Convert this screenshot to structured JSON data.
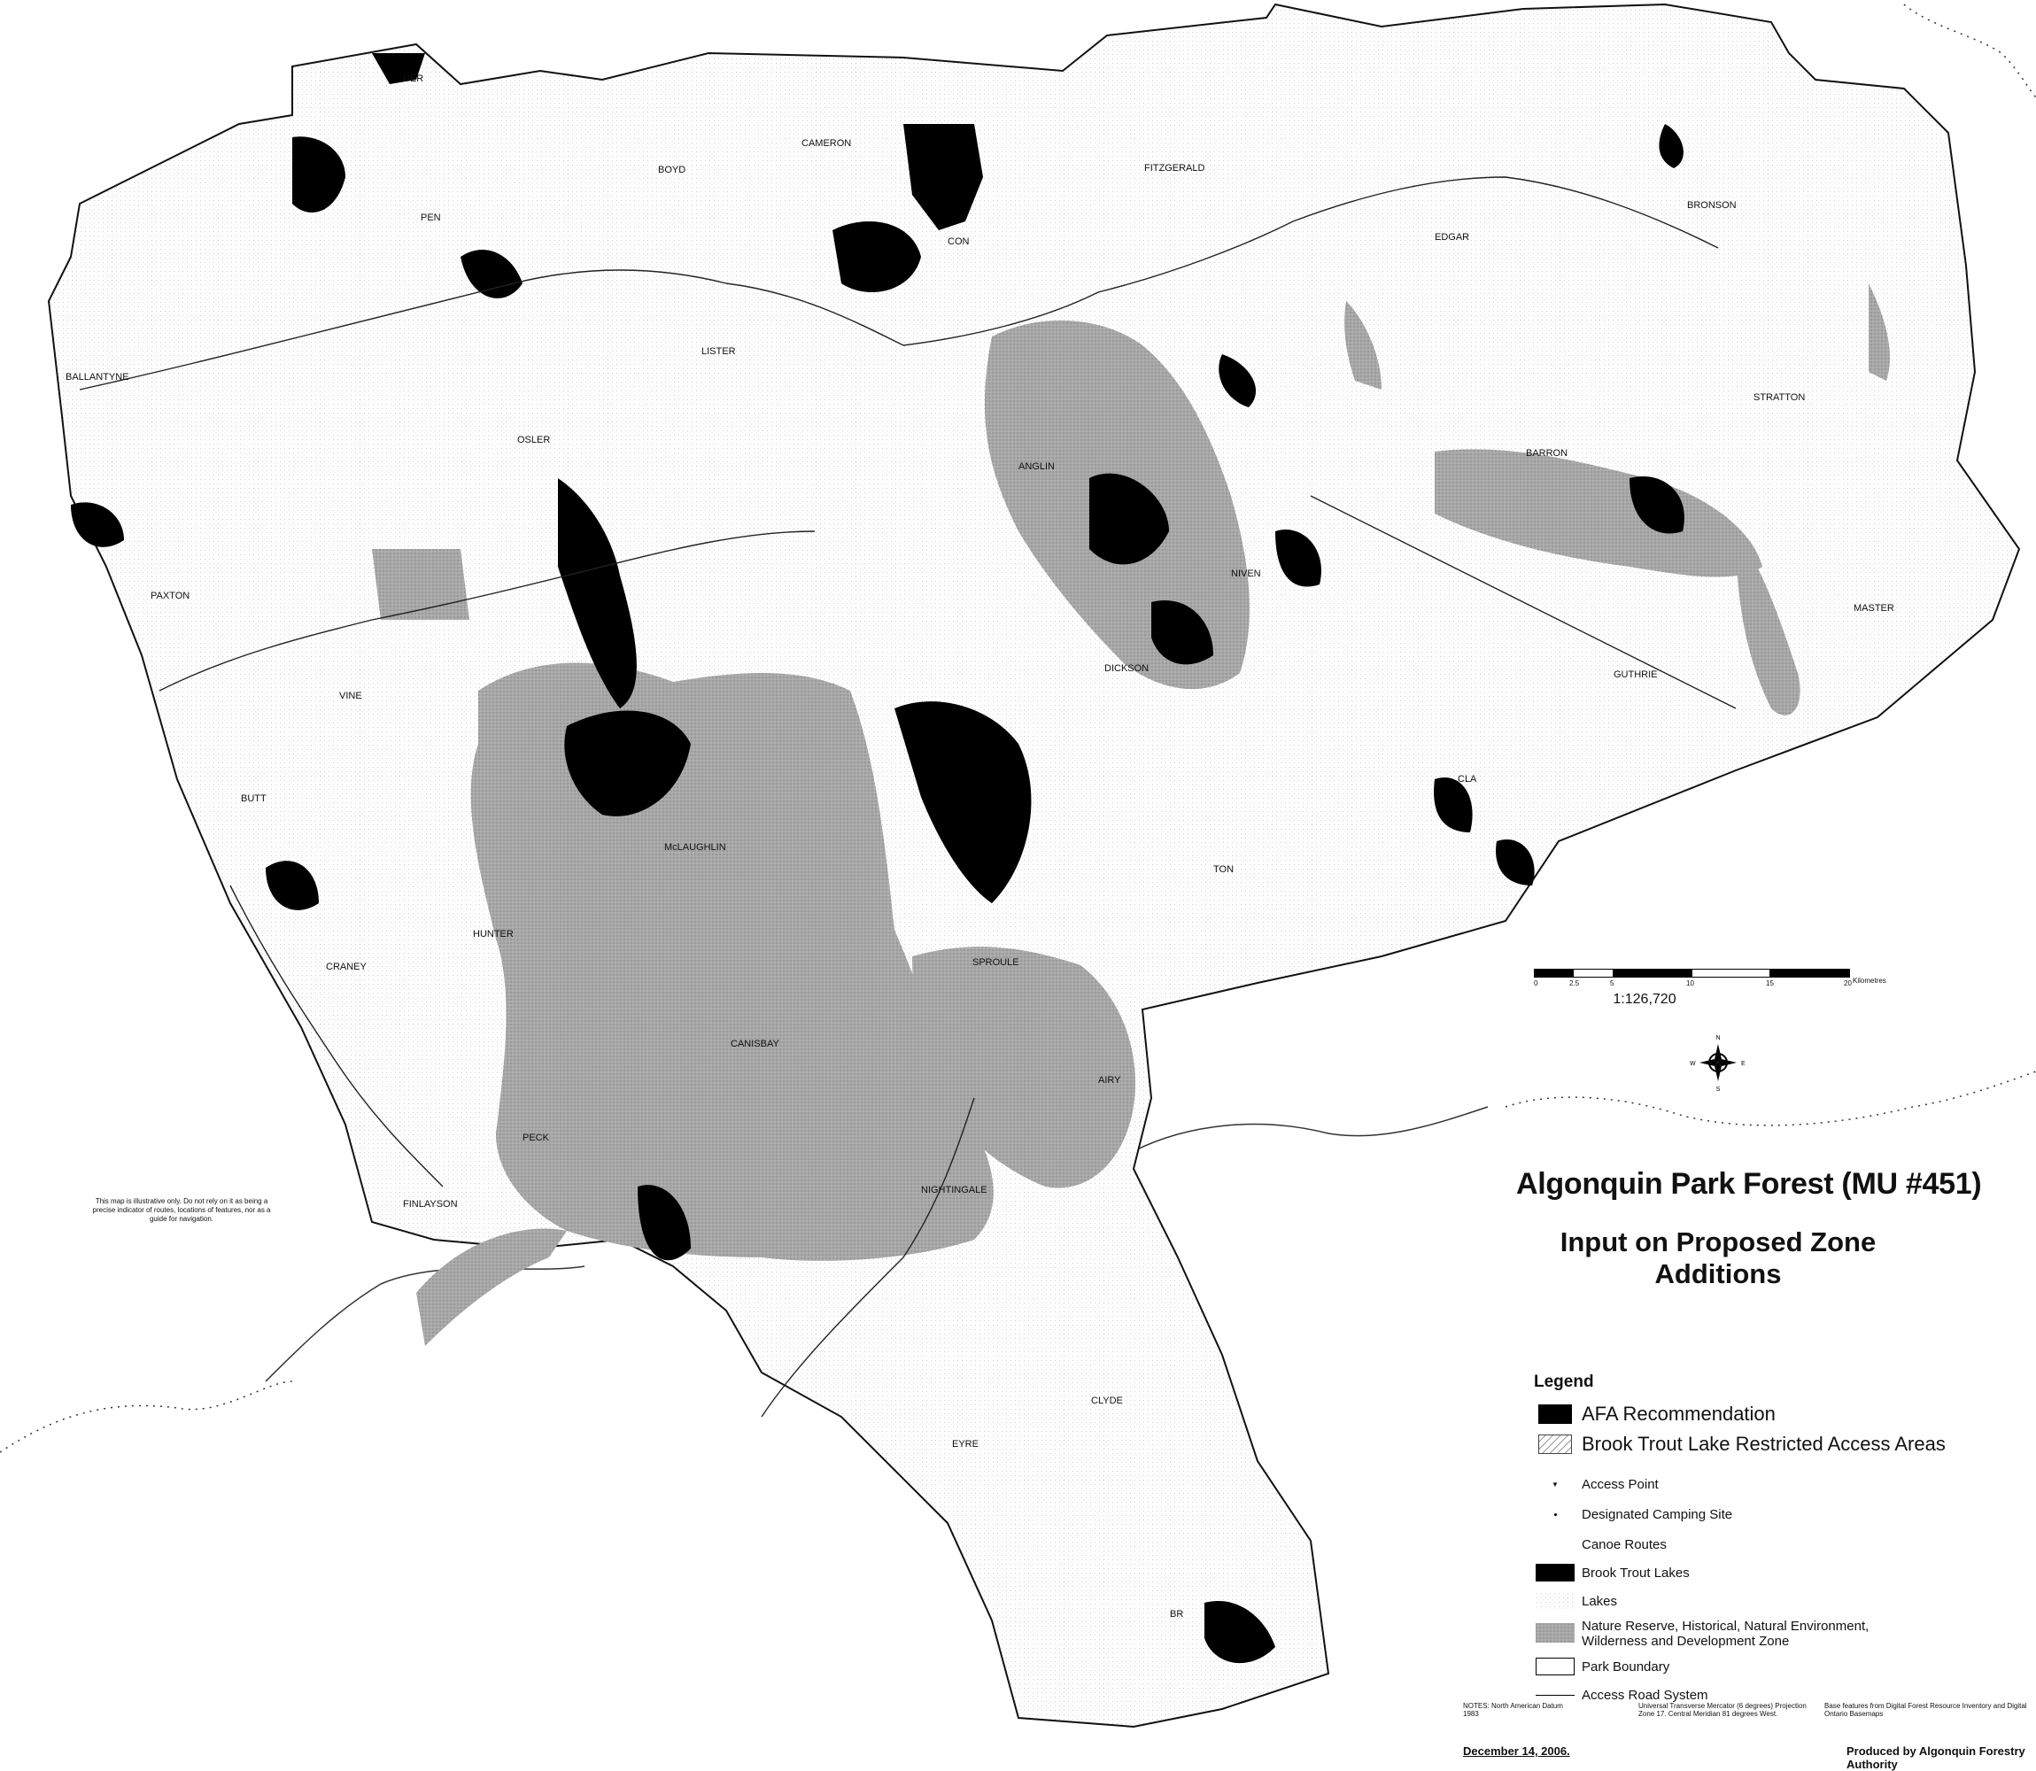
{
  "title": "Algonquin Park Forest (MU #451)",
  "subtitle": "Input on Proposed Zone Additions",
  "disclaimer": "This map is illustrative only. Do not rely on it as being a precise indicator of routes, locations of features, nor as a guide for navigation.",
  "scale": {
    "ticks": [
      "0",
      "2.5",
      "5",
      "10",
      "15",
      "20"
    ],
    "unit": "Kilometres",
    "ratio": "1:126,720"
  },
  "compass": {
    "n": "N",
    "s": "S",
    "e": "E",
    "w": "W"
  },
  "legend": {
    "title": "Legend",
    "items": [
      {
        "label": "AFA Recommendation",
        "symbol": "black-fill"
      },
      {
        "label": "Brook Trout Lake Restricted Access Areas",
        "symbol": "hatched"
      },
      {
        "label": "Access Point",
        "symbol": "triangle"
      },
      {
        "label": "Designated Camping Site",
        "symbol": "dot"
      },
      {
        "label": "Canoe Routes",
        "symbol": "none"
      },
      {
        "label": "Brook Trout Lakes",
        "symbol": "black-fill"
      },
      {
        "label": "Lakes",
        "symbol": "light-stipple"
      },
      {
        "label": "Nature Reserve, Historical, Natural Environment, Wilderness and Development Zone",
        "symbol": "grey-stipple"
      },
      {
        "label": "Park Boundary",
        "symbol": "outline"
      },
      {
        "label": "Access Road System",
        "symbol": "line"
      }
    ]
  },
  "notes": {
    "left": "NOTES: North American Datum 1983",
    "middle": "Universal Transverse Mercator (6 degrees) Projection Zone 17. Central Meridian 81 degrees West.",
    "right": "Base features from Digital Forest Resource Inventory and Digital Ontario Basemaps"
  },
  "date": "December 14, 2006.",
  "credit": "Produced by Algonquin Forestry Authority",
  "townships": [
    "CAMERON",
    "BOYD",
    "FITZGERALD",
    "BRONSON",
    "EDGAR",
    "LISTER",
    "BALLANTYNE",
    "OSLER",
    "STRATTON",
    "BARRON",
    "ANGLIN",
    "PAXTON",
    "NIVEN",
    "MASTER",
    "DICKSON",
    "GUTHRIE",
    "McLAUGHLIN",
    "SPROULE",
    "HUNTER",
    "CRANEY",
    "CANISBAY",
    "AIRY",
    "FINLAYSON",
    "NIGHTINGALE",
    "CLYDE",
    "EYRE",
    "DER",
    "PEN",
    "CON",
    "VINE",
    "BUTT",
    "PECK",
    "CLA",
    "TON",
    "BR"
  ],
  "colors": {
    "afa": "#000000",
    "zone_grey": "#9e9e9e",
    "lake_fill": "#f2f2f2",
    "boundary": "#111111"
  }
}
